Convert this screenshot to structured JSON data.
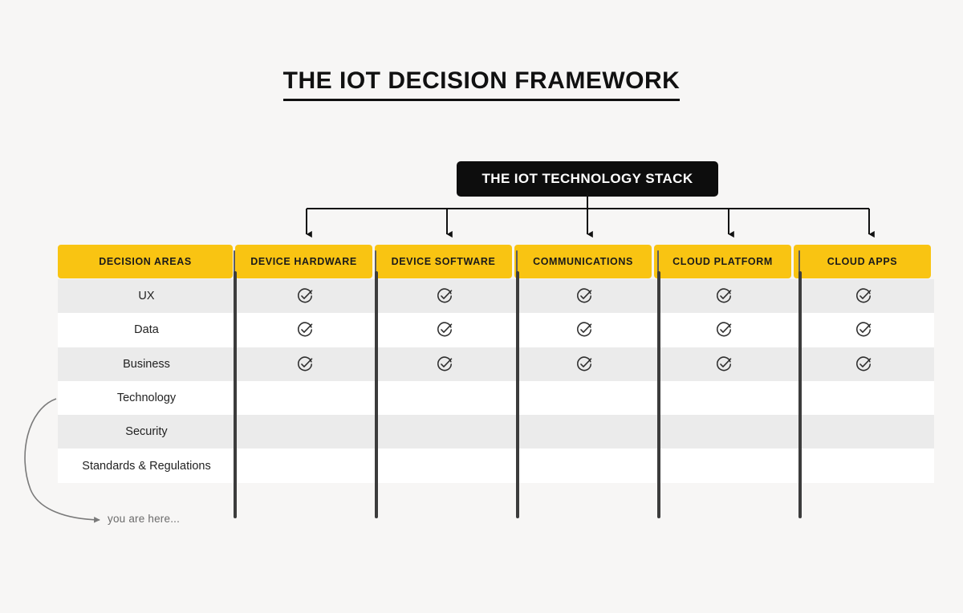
{
  "page": {
    "title": "THE IOT DECISION FRAMEWORK",
    "background_color": "#f7f6f5"
  },
  "stack_badge": {
    "label": "THE IOT TECHNOLOGY STACK",
    "background_color": "#0d0d0d",
    "text_color": "#ffffff"
  },
  "colors": {
    "accent_yellow": "#f9c412",
    "row_stripe": "#ebebeb",
    "row_plain": "#ffffff",
    "separator": "#3c3c3c",
    "annotation_gray": "#6b6b6b"
  },
  "table": {
    "headers": [
      "DECISION AREAS",
      "DEVICE HARDWARE",
      "DEVICE SOFTWARE",
      "COMMUNICATIONS",
      "CLOUD PLATFORM",
      "CLOUD APPS"
    ],
    "rows": [
      {
        "label": "UX",
        "marks": [
          true,
          true,
          true,
          true,
          true
        ]
      },
      {
        "label": "Data",
        "marks": [
          true,
          true,
          true,
          true,
          true
        ]
      },
      {
        "label": "Business",
        "marks": [
          true,
          true,
          true,
          true,
          true
        ]
      },
      {
        "label": "Technology",
        "marks": [
          false,
          false,
          false,
          false,
          false
        ]
      },
      {
        "label": "Security",
        "marks": [
          false,
          false,
          false,
          false,
          false
        ]
      },
      {
        "label": "Standards & Regulations",
        "marks": [
          false,
          false,
          false,
          false,
          false
        ]
      }
    ],
    "mark_icon": "check-circle-icon"
  },
  "annotation": {
    "label": "you are here...",
    "icon": "curved-arrow-icon"
  }
}
